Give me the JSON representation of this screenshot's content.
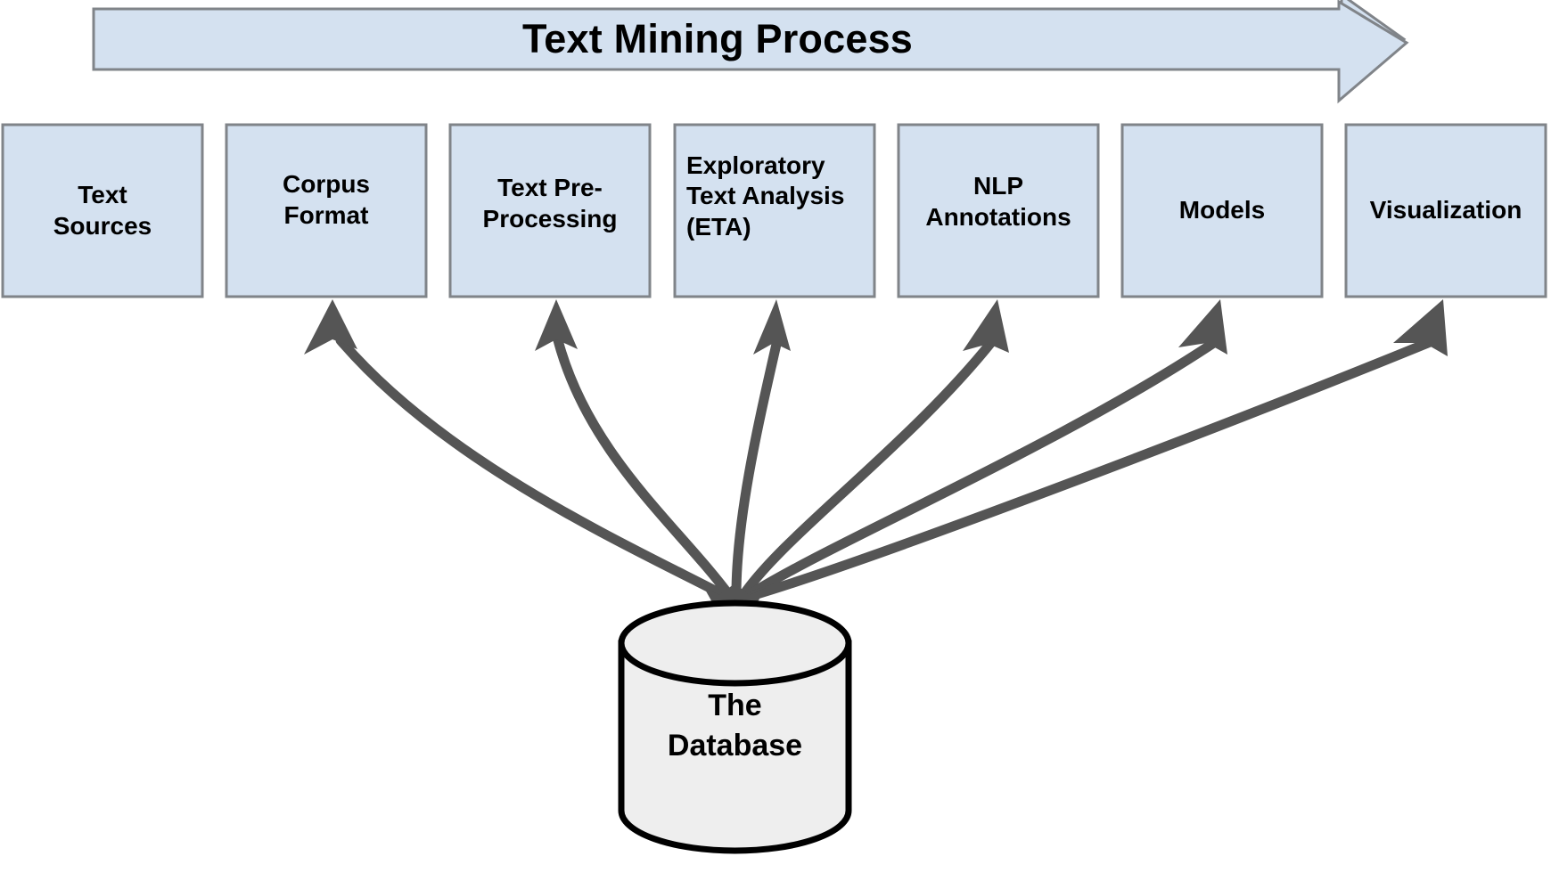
{
  "diagram": {
    "banner": {
      "title": "Text Mining Process",
      "shape": "right-arrow",
      "fill": "#d4e1f0",
      "stroke": "#808489"
    },
    "palette": {
      "box_fill": "#d4e1f0",
      "box_stroke": "#808489",
      "arrow_color": "#555555",
      "cylinder_fill": "#eeeeee",
      "cylinder_stroke": "#000000",
      "background": "#ffffff",
      "text": "#000000"
    },
    "stages": [
      {
        "id": "text-sources",
        "label": "Text\nSources",
        "align": "center",
        "has_arrow": false
      },
      {
        "id": "corpus-format",
        "label": "Corpus\nFormat",
        "align": "center",
        "has_arrow": true
      },
      {
        "id": "text-pre-processing",
        "label": "Text Pre-\nProcessing",
        "align": "center",
        "has_arrow": true
      },
      {
        "id": "exploratory-text-analysis",
        "label": "Exploratory\nText Analysis\n(ETA)",
        "align": "left",
        "has_arrow": true
      },
      {
        "id": "nlp-annotations",
        "label": "NLP\nAnnotations",
        "align": "center",
        "has_arrow": true
      },
      {
        "id": "models",
        "label": "Models",
        "align": "center",
        "has_arrow": true
      },
      {
        "id": "visualization",
        "label": "Visualization",
        "align": "center",
        "has_arrow": true
      }
    ],
    "database": {
      "label": "The\nDatabase",
      "line1": "The",
      "line2": "Database"
    }
  },
  "labels": {
    "banner_title": "Text Mining Process",
    "stage_1_line1": "Text",
    "stage_1_line2": "Sources",
    "stage_2_line1": "Corpus",
    "stage_2_line2": "Format",
    "stage_3_line1": "Text Pre-",
    "stage_3_line2": "Processing",
    "stage_4_line1": "Exploratory",
    "stage_4_line2": "Text Analysis",
    "stage_4_line3": "(ETA)",
    "stage_5_line1": "NLP",
    "stage_5_line2": "Annotations",
    "stage_6_line1": "Models",
    "stage_7_line1": "Visualization",
    "db_line1": "The",
    "db_line2": "Database"
  }
}
